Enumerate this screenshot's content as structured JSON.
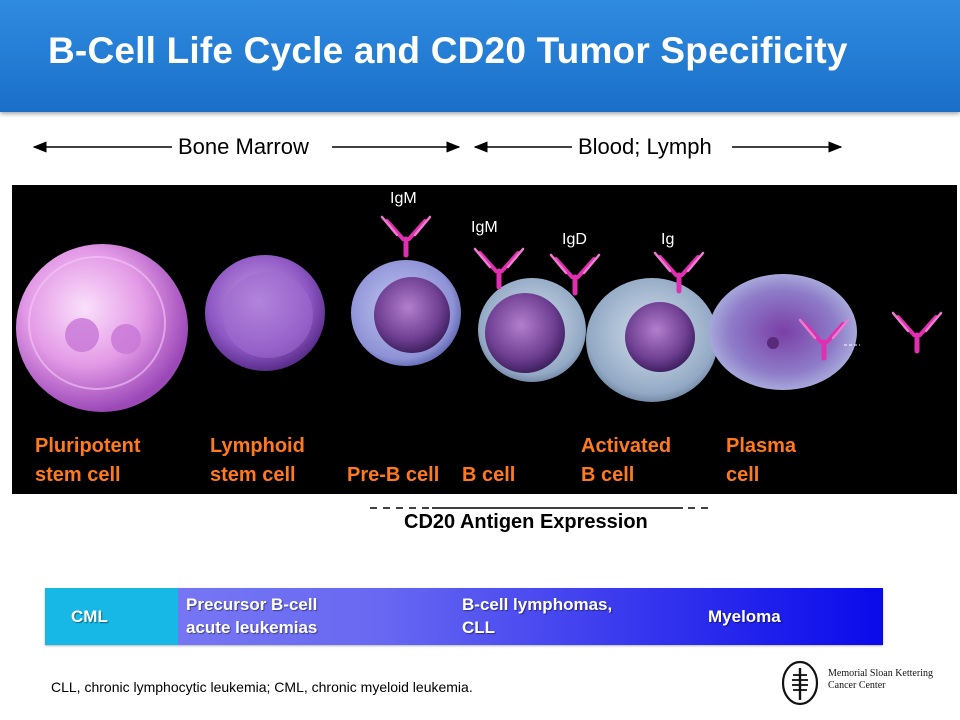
{
  "header": {
    "title": "B-Cell Life Cycle and CD20 Tumor Specificity"
  },
  "regions": [
    {
      "label": "Bone Marrow"
    },
    {
      "label": "Blood; Lymph"
    }
  ],
  "cells": [
    {
      "label": "Pluripotent\nstem cell"
    },
    {
      "label": "Lymphoid\nstem cell"
    },
    {
      "label": "Pre-B cell"
    },
    {
      "label": "B cell"
    },
    {
      "label": "Activated\nB cell"
    },
    {
      "label": "Plasma\ncell"
    }
  ],
  "immunoglobulins": [
    {
      "label": "IgM"
    },
    {
      "label": "IgM"
    },
    {
      "label": "IgD"
    },
    {
      "label": "Ig"
    }
  ],
  "cd20_label": "CD20 Antigen Expression",
  "diseases": [
    {
      "label": "CML"
    },
    {
      "label": "Precursor B-cell\nacute leukemias"
    },
    {
      "label": "B-cell lymphomas,\nCLL"
    },
    {
      "label": "Myeloma"
    }
  ],
  "footnote": "CLL, chronic lymphocytic leukemia; CML, chronic myeloid leukemia.",
  "logo": {
    "text": "Memorial Sloan Kettering\nCancer Center"
  },
  "colors": {
    "header": "#1f78d1",
    "cell_label": "#ff7a1f",
    "antibody": "#e02fb0",
    "cml_band": "#17b7e6",
    "bar_end": "#0a0aeb"
  }
}
